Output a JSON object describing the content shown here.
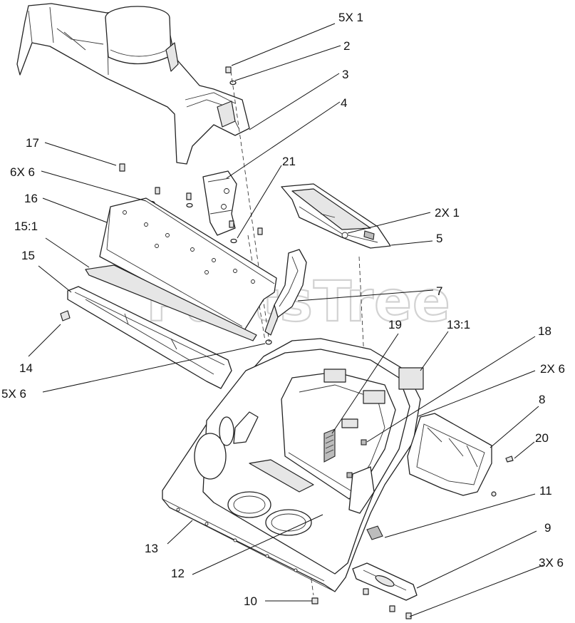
{
  "watermark": "PartsTree",
  "callouts": [
    {
      "id": "c-5x1",
      "text": "5X 1"
    },
    {
      "id": "c-2",
      "text": "2"
    },
    {
      "id": "c-3",
      "text": "3"
    },
    {
      "id": "c-4",
      "text": "4"
    },
    {
      "id": "c-17",
      "text": "17"
    },
    {
      "id": "c-21",
      "text": "21"
    },
    {
      "id": "c-6x6",
      "text": "6X 6"
    },
    {
      "id": "c-16",
      "text": "16"
    },
    {
      "id": "c-2x1",
      "text": "2X 1"
    },
    {
      "id": "c-15-1",
      "text": "15:1"
    },
    {
      "id": "c-5",
      "text": "5"
    },
    {
      "id": "c-15",
      "text": "15"
    },
    {
      "id": "c-7",
      "text": "7"
    },
    {
      "id": "c-19",
      "text": "19"
    },
    {
      "id": "c-13-1",
      "text": "13:1"
    },
    {
      "id": "c-18",
      "text": "18"
    },
    {
      "id": "c-14",
      "text": "14"
    },
    {
      "id": "c-5x6",
      "text": "5X 6"
    },
    {
      "id": "c-2x6",
      "text": "2X 6"
    },
    {
      "id": "c-8",
      "text": "8"
    },
    {
      "id": "c-20",
      "text": "20"
    },
    {
      "id": "c-11",
      "text": "11"
    },
    {
      "id": "c-13",
      "text": "13"
    },
    {
      "id": "c-9",
      "text": "9"
    },
    {
      "id": "c-3x6",
      "text": "3X 6"
    },
    {
      "id": "c-12",
      "text": "12"
    },
    {
      "id": "c-10",
      "text": "10"
    }
  ]
}
